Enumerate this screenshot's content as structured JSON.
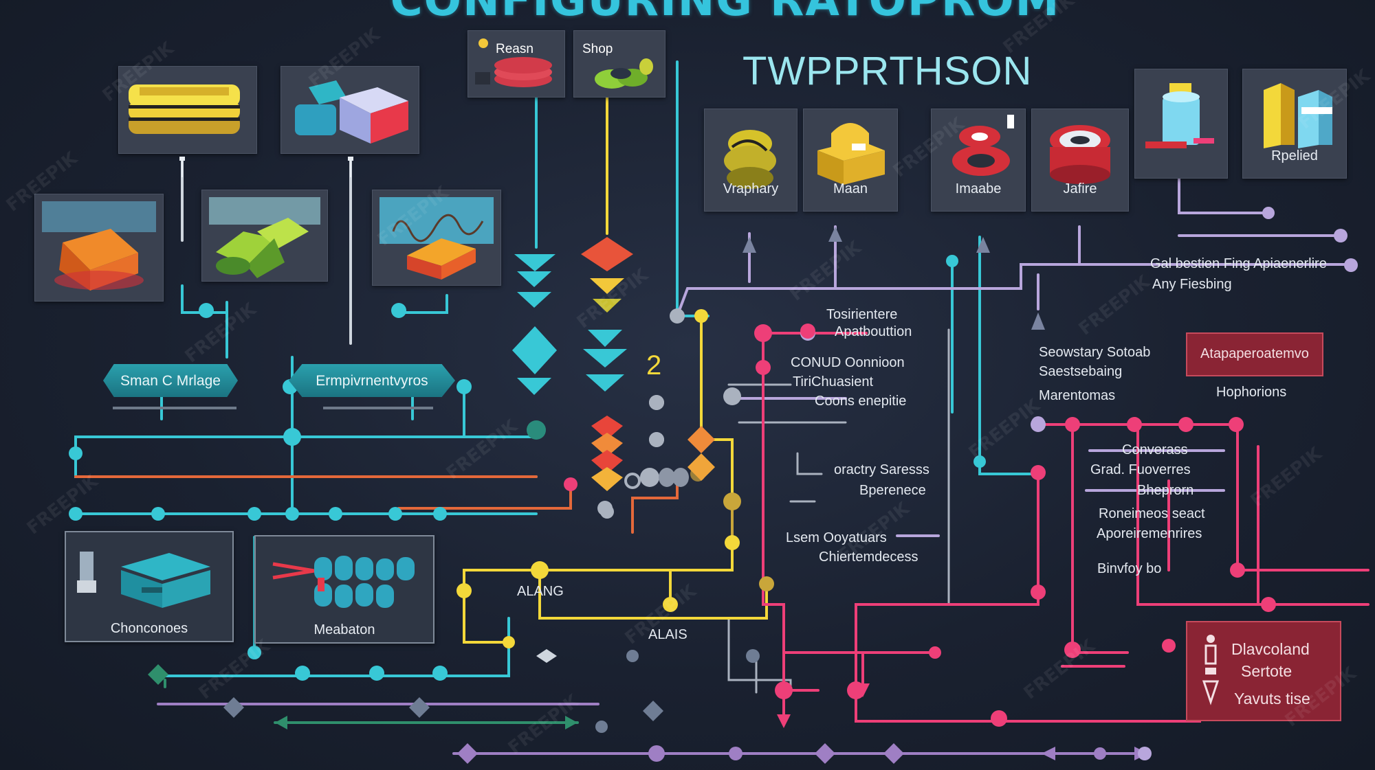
{
  "header": {
    "title": "CONFIGURING RATOPROM",
    "subtitle": "TWPPRTHSON"
  },
  "top_tabs": [
    {
      "label": "Reasn"
    },
    {
      "label": "Shop"
    }
  ],
  "modules": [
    {
      "label": "Vraphary"
    },
    {
      "label": "Maan"
    },
    {
      "label": "Imaabe"
    },
    {
      "label": "Jafire"
    },
    {
      "label": "Rpelied"
    }
  ],
  "left_banners": [
    {
      "label": "Sman C Mrlage"
    },
    {
      "label": "Ermpivrnentvyros"
    }
  ],
  "bottom_panels": [
    {
      "label": "Chonconoes"
    },
    {
      "label": "Meabaton"
    }
  ],
  "center_labels": {
    "number": "2",
    "node_a": "ALANG",
    "node_b": "ALAIS"
  },
  "mid_labels": [
    {
      "text": "Tosirientere"
    },
    {
      "text": "Apatbouttion"
    },
    {
      "text": "CONUD Oonnioon"
    },
    {
      "text": "TiriChuasient"
    },
    {
      "text": "Coons enepitie"
    },
    {
      "text": "oractry Saresss"
    },
    {
      "text": "Bperenece"
    },
    {
      "text": "Lsem Ooyatuars"
    },
    {
      "text": "Chiertemdecess"
    }
  ],
  "right_labels": [
    {
      "text": "Gal bestien Fing Apiaenerlire"
    },
    {
      "text": "Any Fiesbing"
    },
    {
      "text": "Seowstary Sotoab"
    },
    {
      "text": "Saestsebaing"
    },
    {
      "text": "Marentomas"
    },
    {
      "text": "Hophorions"
    },
    {
      "text": "Converass"
    },
    {
      "text": "Grad. Fuoverres"
    },
    {
      "text": "Bheprorn"
    },
    {
      "text": "Roneimeos seact"
    },
    {
      "text": "Aporeiremenrires"
    },
    {
      "text": "Binvfoy bo"
    }
  ],
  "red_boxes": [
    {
      "lines": [
        "Atapaperoatemvo"
      ]
    },
    {
      "lines": [
        "Dlavcoland",
        "Sertote",
        "Yavuts tise"
      ]
    }
  ],
  "watermark": "FREEPIK",
  "colors": {
    "background": "#1a2130",
    "cyan": "#38c8d6",
    "yellow": "#f3d83a",
    "pink": "#ee3f78",
    "lavender": "#b8a6dc",
    "orange": "#e4683a",
    "red_box": "#8a2434"
  },
  "icons": [
    "gold-stack-icon",
    "blocks-cube-icon",
    "orange-cube-icon",
    "green-cubes-icon",
    "wire-cubes-icon",
    "coil-icon",
    "chain-links-icon",
    "cyan-cylinder-icon",
    "yellow-pillars-icon",
    "machine-icon",
    "pipe-bundle-icon",
    "person-icon"
  ]
}
